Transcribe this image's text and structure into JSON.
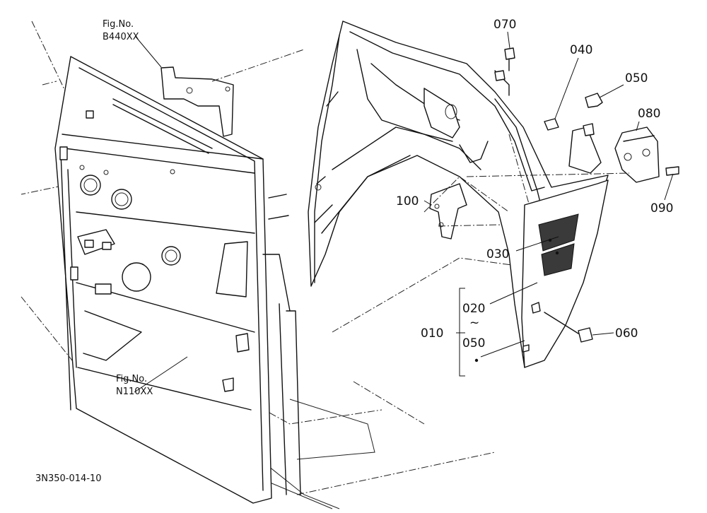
{
  "figure": {
    "reference_top_label": "Fig.No.",
    "reference_top_code": "B440XX",
    "reference_bottom_label": "Fig.No.",
    "reference_bottom_code": "N110XX",
    "drawing_code": "3N350-014-10"
  },
  "parts": {
    "p070": "070",
    "p040": "040",
    "p050": "050",
    "p080": "080",
    "p090": "090",
    "p100": "100",
    "p030": "030",
    "p020": "020",
    "p060": "060",
    "p010": "010",
    "p050b": "050",
    "range_symbol": "~"
  }
}
